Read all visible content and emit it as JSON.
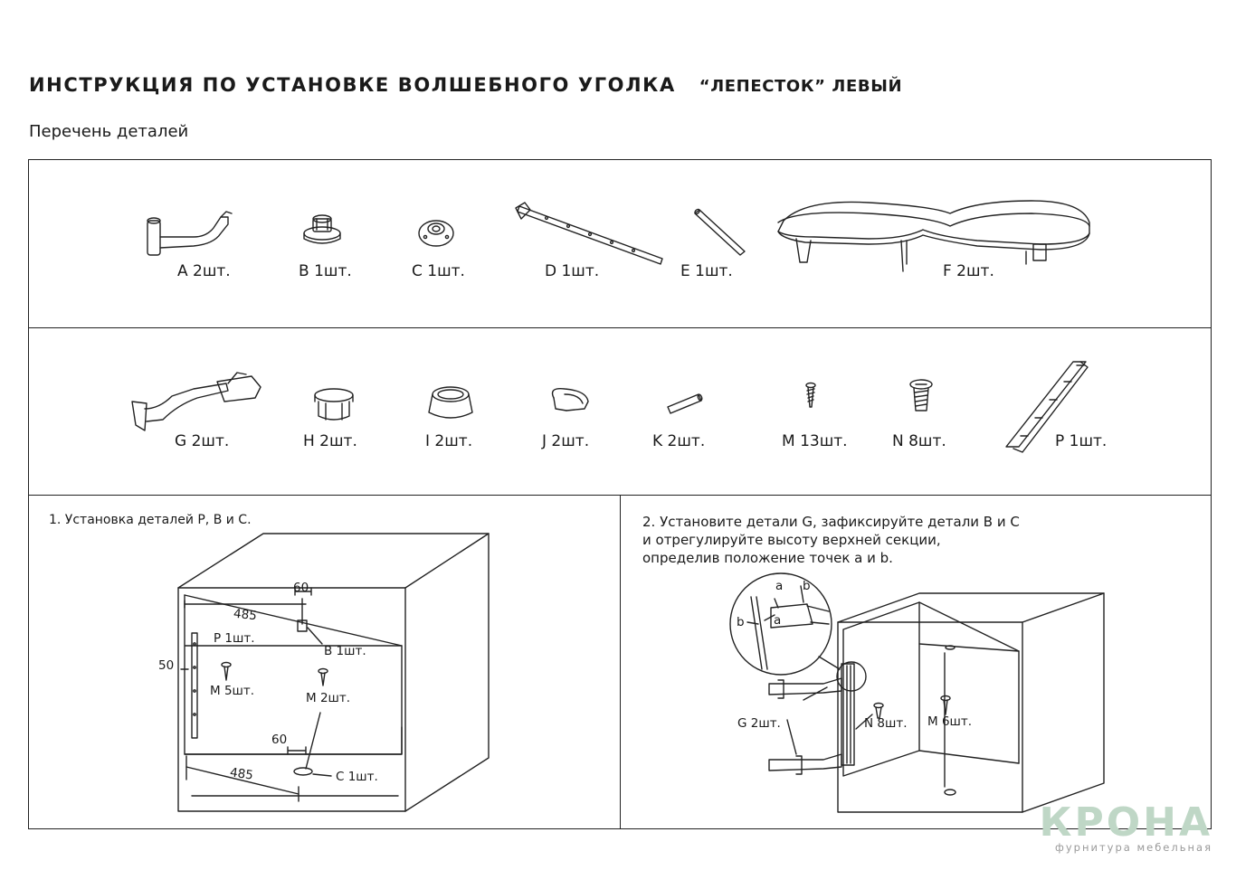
{
  "header": {
    "title": "ИНСТРУКЦИЯ ПО УСТАНОВКЕ ВОЛШЕБНОГО УГОЛКА",
    "subtitle": "“ЛЕПЕСТОК” ЛЕВЫЙ"
  },
  "parts_list_label": "Перечень деталей",
  "parts_row1": [
    {
      "label": "A 2шт.",
      "icon": "corner-arm-icon"
    },
    {
      "label": "B 1шт.",
      "icon": "top-bushing-icon"
    },
    {
      "label": "C 1шт.",
      "icon": "bottom-flange-icon"
    },
    {
      "label": "D 1шт.",
      "icon": "rail-bar-icon"
    },
    {
      "label": "E 1шт.",
      "icon": "rod-icon"
    },
    {
      "label": "F 2шт.",
      "icon": "petal-basket-icon"
    }
  ],
  "parts_row2": [
    {
      "label": "G 2шт.",
      "icon": "bracket-arm-icon"
    },
    {
      "label": "H 2шт.",
      "icon": "sleeve-icon"
    },
    {
      "label": "I 2шт.",
      "icon": "cone-ring-icon"
    },
    {
      "label": "J 2шт.",
      "icon": "clip-ring-icon"
    },
    {
      "label": "K 2шт.",
      "icon": "pin-icon"
    },
    {
      "label": "M 13шт.",
      "icon": "screw-icon"
    },
    {
      "label": "N 8шт.",
      "icon": "bolt-icon"
    },
    {
      "label": "P 1шт.",
      "icon": "vertical-rail-icon"
    }
  ],
  "step1": {
    "caption": "1. Установка деталей P, B и C.",
    "dims": {
      "top_offset": "60",
      "top_width": "485",
      "side": "50",
      "bottom_offset": "60",
      "bottom_width": "485"
    },
    "callouts": {
      "p": "P 1шт.",
      "b": "B 1шт.",
      "m5": "M 5шт.",
      "m2": "M 2шт.",
      "c": "C 1шт."
    }
  },
  "step2": {
    "caption_lines": [
      "2. Установите детали G, зафиксируйте детали B и C",
      "и отрегулируйте высоту верхней секции,",
      "определив положение точек a и b."
    ],
    "points": {
      "a": "a",
      "b": "b"
    },
    "callouts": {
      "g": "G 2шт.",
      "n": "N 8шт.",
      "m": "M 6шт."
    }
  },
  "brand": {
    "name": "КРОНА",
    "tagline": "фурнитура мебельная"
  }
}
